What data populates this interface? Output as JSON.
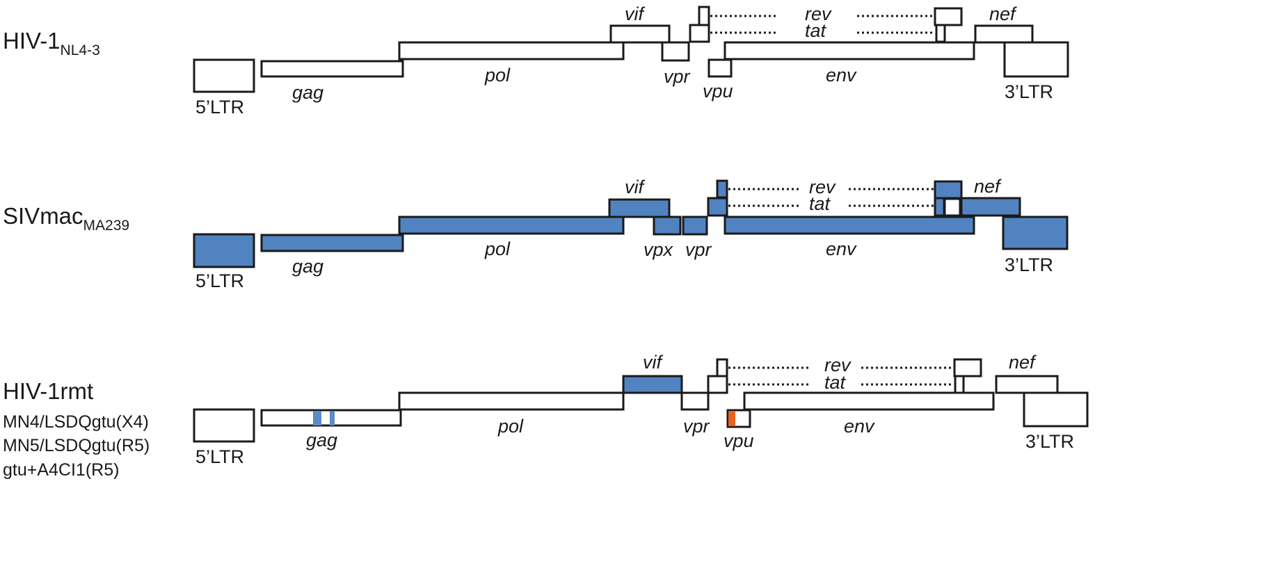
{
  "colors": {
    "stroke": "#1a1a1a",
    "empty": "#ffffff",
    "siv_blue": "#5183c0",
    "gag_blue": "#5b8bc9",
    "vpu_orange": "#e8641e"
  },
  "rows": [
    {
      "id": "hiv1-nl43",
      "title": {
        "main": "HIV-1",
        "sub": "NL4-3"
      },
      "labels": {
        "ltr5": "5’LTR",
        "gag": "gag",
        "pol": "pol",
        "vif": "vif",
        "vpr": "vpr",
        "vpu": "vpu",
        "rev": "rev",
        "tat": "tat",
        "env": "env",
        "nef": "nef",
        "ltr3": "3’LTR"
      }
    },
    {
      "id": "sivmac-ma239",
      "title": {
        "main": "SIVmac",
        "sub": "MA239"
      },
      "labels": {
        "ltr5": "5’LTR",
        "gag": "gag",
        "pol": "pol",
        "vif": "vif",
        "vpx": "vpx",
        "vpr": "vpr",
        "rev": "rev",
        "tat": "tat",
        "env": "env",
        "nef": "nef",
        "ltr3": "3’LTR"
      }
    },
    {
      "id": "hiv1-rmt",
      "title": {
        "main": "HIV-1rmt"
      },
      "strains": [
        "MN4/LSDQgtu(X4)",
        "MN5/LSDQgtu(R5)",
        "gtu+A4CI1(R5)"
      ],
      "labels": {
        "ltr5": "5’LTR",
        "gag": "gag",
        "pol": "pol",
        "vif": "vif",
        "vpr": "vpr",
        "vpu": "vpu",
        "rev": "rev",
        "tat": "tat",
        "env": "env",
        "nef": "nef",
        "ltr3": "3’LTR"
      }
    }
  ]
}
